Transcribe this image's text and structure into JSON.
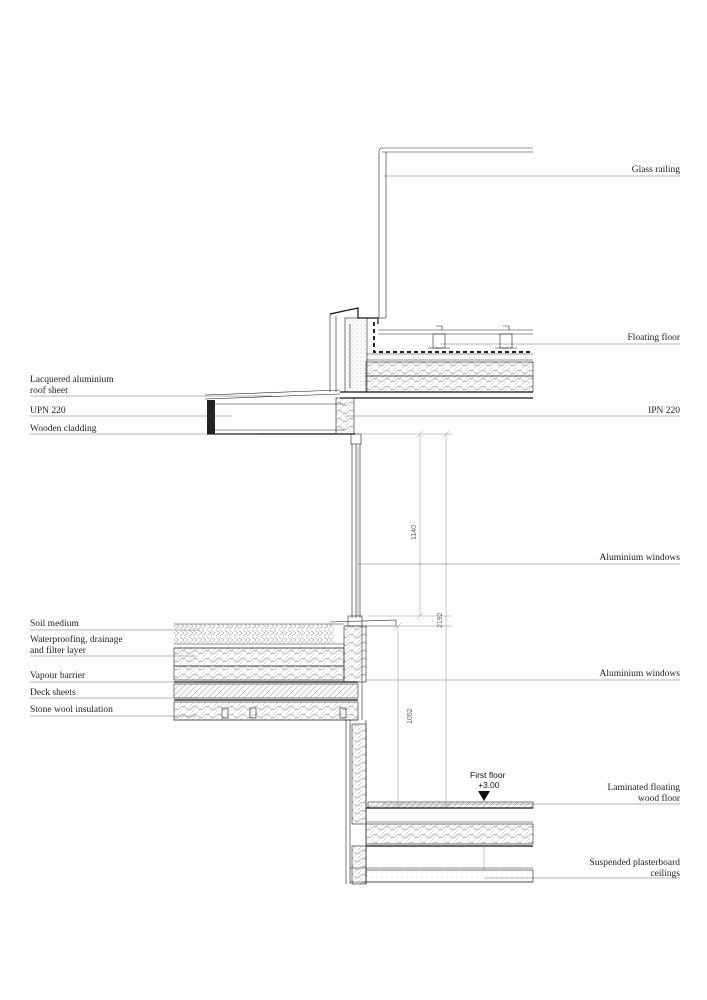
{
  "labels_right": {
    "glass_railing": "Glass railing",
    "floating_floor": "Floating floor",
    "ipn_220": "IPN 220",
    "aluminium_windows_1": "Aluminium windows",
    "aluminium_windows_2": "Aluminium windows",
    "laminated_floor_line1": "Laminated floating",
    "laminated_floor_line2": "wood floor",
    "suspended_ceiling_line1": "Suspended plasterboard",
    "suspended_ceiling_line2": "ceilings"
  },
  "labels_left": {
    "roof_sheet_line1": "Lacquered aluminium",
    "roof_sheet_line2": "roof sheet",
    "upn_220": "UPN 220",
    "wooden_cladding": "Wooden cladding",
    "soil_medium": "Soil medium",
    "waterproofing_line1": "Waterproofing, drainage",
    "waterproofing_line2": "and filter layer",
    "vapour_barrier": "Vapour barrier",
    "deck_sheets": "Deck sheets",
    "stone_wool": "Stone wool insulation"
  },
  "dimensions": {
    "d1140": "1140",
    "d2192": "2192",
    "d1052": "1052"
  },
  "level": {
    "name": "First floor",
    "value": "+3.00"
  }
}
